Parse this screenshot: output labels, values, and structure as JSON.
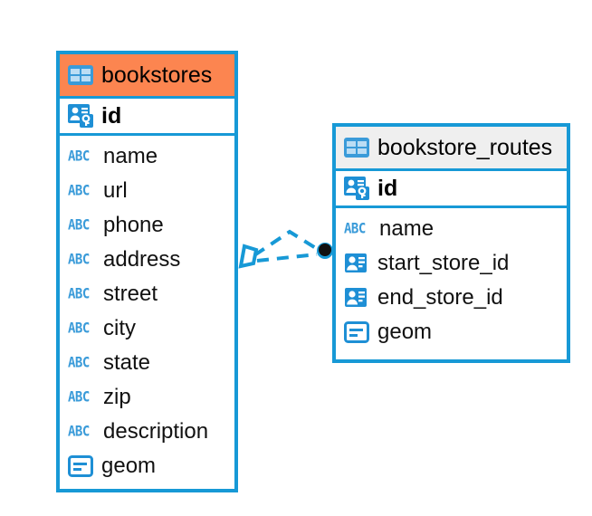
{
  "diagram": {
    "type": "entity-relationship-diagram",
    "background": "#ffffff",
    "accent_blue": "#1799D6",
    "highlight_orange": "#FC8550",
    "header_grey": "#EFEFEF",
    "icon_blue": "#3A9BD9"
  },
  "entities": [
    {
      "name": "bookstores",
      "header_style": "orange",
      "icon": "table-icon",
      "primary_key": {
        "label": "id",
        "icon": "primary-key-icon"
      },
      "fields": [
        {
          "label": "name",
          "icon": "abc-text-icon"
        },
        {
          "label": "url",
          "icon": "abc-text-icon"
        },
        {
          "label": "phone",
          "icon": "abc-text-icon"
        },
        {
          "label": "address",
          "icon": "abc-text-icon"
        },
        {
          "label": "street",
          "icon": "abc-text-icon"
        },
        {
          "label": "city",
          "icon": "abc-text-icon"
        },
        {
          "label": "state",
          "icon": "abc-text-icon"
        },
        {
          "label": "zip",
          "icon": "abc-text-icon"
        },
        {
          "label": "description",
          "icon": "abc-text-icon"
        },
        {
          "label": "geom",
          "icon": "geometry-icon"
        }
      ]
    },
    {
      "name": "bookstore_routes",
      "header_style": "grey",
      "icon": "table-icon",
      "primary_key": {
        "label": "id",
        "icon": "primary-key-icon"
      },
      "fields": [
        {
          "label": "name",
          "icon": "abc-text-icon"
        },
        {
          "label": "start_store_id",
          "icon": "foreign-key-icon"
        },
        {
          "label": "end_store_id",
          "icon": "foreign-key-icon"
        },
        {
          "label": "geom",
          "icon": "geometry-icon"
        }
      ]
    }
  ],
  "relationships": [
    {
      "from": "bookstores",
      "to": "bookstore_routes",
      "from_marker": "diamond-marker",
      "to_marker": "circle-marker",
      "line_style": "dashed",
      "color": "#1799D6"
    }
  ],
  "abc_icon_text": "ABC"
}
